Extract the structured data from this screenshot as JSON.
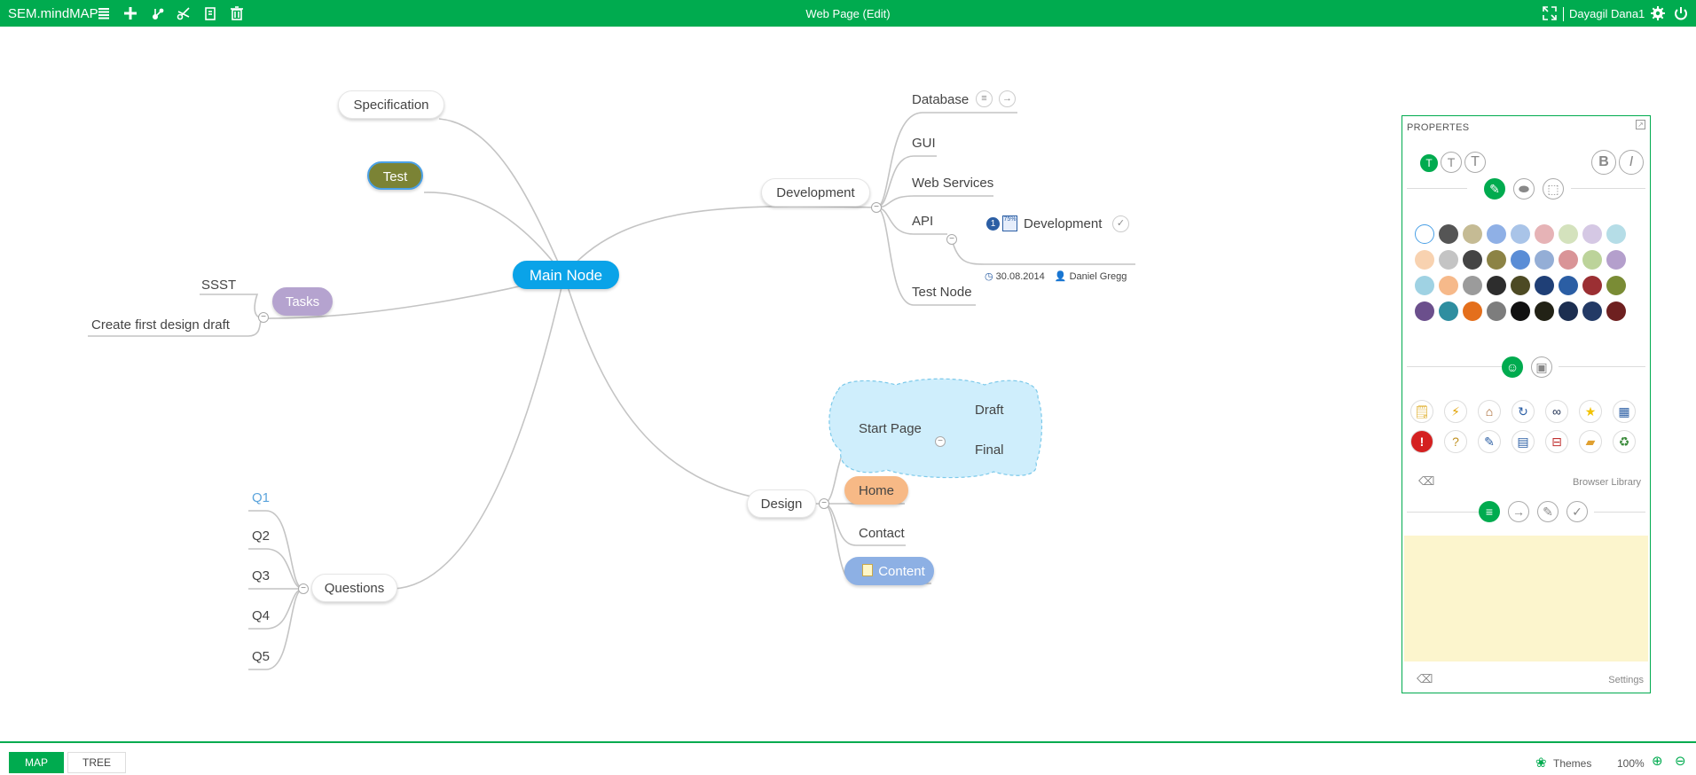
{
  "app": {
    "brand": "SEM.mindMAP",
    "document_title": "Web Page (Edit)",
    "user": "Dayagil Dana1"
  },
  "toolbar": {
    "icons": [
      "list-icon",
      "plus-icon",
      "add-child-icon",
      "cut-icon",
      "copy-icon",
      "delete-icon"
    ],
    "right_icons": [
      "fullscreen-icon",
      "gear-icon",
      "power-icon"
    ]
  },
  "map": {
    "main_node": "Main Node",
    "specification": "Specification",
    "test": "Test",
    "tasks": "Tasks",
    "tasks_children": [
      "SSST",
      "Create first design draft"
    ],
    "questions": "Questions",
    "questions_children": [
      "Q1",
      "Q2",
      "Q3",
      "Q4",
      "Q5"
    ],
    "development": "Development",
    "development_children": [
      "Database",
      "GUI",
      "Web Services",
      "API",
      "Test Node"
    ],
    "api_child": {
      "label": "Development",
      "priority": "1",
      "progress": "75%",
      "date": "30.08.2014",
      "resource": "Daniel Gregg"
    },
    "design": "Design",
    "design_children": [
      "Start Page",
      "Home",
      "Contact",
      "Content"
    ],
    "start_page_children": [
      "Draft",
      "Final"
    ]
  },
  "colors": {
    "accent": "#00ab4f",
    "main_node": "#0aa3e8",
    "test_node": "#7b8335",
    "tasks_node": "#b5a3cf",
    "home_node": "#f7b986",
    "content_node": "#8db0e4",
    "start_page_cloud": "#cfeefc",
    "q1_text": "#5ba4dc"
  },
  "properties": {
    "title": "PROPERTES",
    "palette": [
      "#ffffff",
      "#555555",
      "#c5bb94",
      "#8fb0e6",
      "#a9c4e8",
      "#e6b3b6",
      "#d4e2bd",
      "#d5c8e4",
      "#b5dde7",
      "#f8d2b0",
      "#c4c4c4",
      "#444444",
      "#8c8345",
      "#5a8dd6",
      "#94aed6",
      "#d99497",
      "#bcd39a",
      "#b49fcc",
      "#9fd2e3",
      "#f6b98a",
      "#9b9b9b",
      "#2d2d2d",
      "#4d4a24",
      "#1f3f76",
      "#2b5ea4",
      "#9b2f33",
      "#7a8c35",
      "#6b4f8c",
      "#2f8ea0",
      "#e46f1c",
      "#7d7d7d",
      "#111111",
      "#222216",
      "#1c2e50",
      "#233a66",
      "#6e2020"
    ],
    "icons": [
      "note-icon",
      "lightning-icon",
      "home-icon",
      "refresh-icon",
      "binoculars-icon",
      "star-icon",
      "calendar-icon",
      "warning-icon",
      "question-icon",
      "edit-icon",
      "document-icon",
      "folder-remove-icon",
      "folder-icon",
      "recycle-icon"
    ],
    "browser_library": "Browser Library",
    "settings": "Settings"
  },
  "bottom": {
    "tabs": [
      "MAP",
      "TREE"
    ],
    "themes": "Themes",
    "zoom": "100%"
  }
}
